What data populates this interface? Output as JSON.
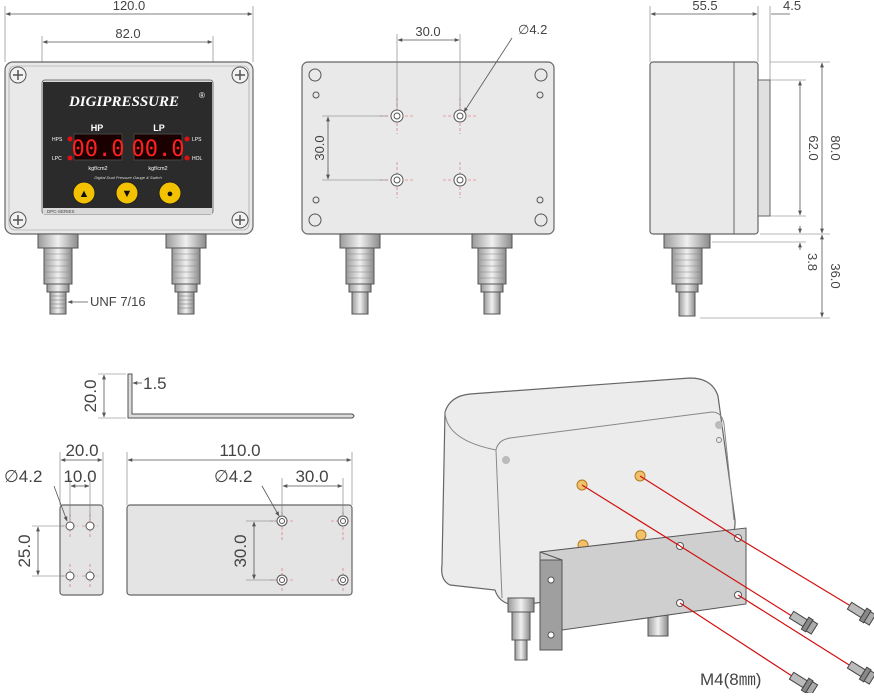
{
  "front_view": {
    "dim_overall_width": "120.0",
    "dim_display_width": "82.0",
    "brand": "DIGIPRESSURE",
    "brand_mark": "®",
    "hp_label": "HP",
    "lp_label": "LP",
    "hp_value": "00.0",
    "lp_value": "00.0",
    "led_hps": "HPS",
    "led_lpc": "LPC",
    "led_lps": "LPS",
    "led_hol": "HOL",
    "unit_left": "kgf/cm2",
    "unit_right": "kgf/cm2",
    "tagline": "Digital Dual Pressure Gauge & Switch",
    "series": "DPC-SERIES",
    "btn_up": "▲",
    "btn_down": "▼",
    "btn_set": "●",
    "thread_label": "UNF 7/16"
  },
  "rear_view": {
    "dim_hole_spacing_h": "30.0",
    "dim_hole_dia": "∅4.2",
    "dim_hole_spacing_v": "30.0"
  },
  "side_view": {
    "dim_depth": "55.5",
    "dim_lid": "4.5",
    "dim_inner_height": "62.0",
    "dim_height": "80.0",
    "dim_gap": "3.8",
    "dim_fitting": "36.0"
  },
  "bracket_profile": {
    "dim_height": "20.0",
    "dim_thickness": "1.5"
  },
  "bracket_small": {
    "dim_width": "20.0",
    "dim_hole_dia": "∅4.2",
    "dim_hole_spacing_h": "10.0",
    "dim_hole_spacing_v": "25.0"
  },
  "bracket_large": {
    "dim_length": "110.0",
    "dim_hole_dia": "∅4.2",
    "dim_hole_spacing_h": "30.0",
    "dim_hole_spacing_v": "30.0"
  },
  "assembly": {
    "screw_label": "M4(8㎜)"
  },
  "colors": {
    "panel_dark": "#2b2b2b",
    "segment_red": "#ff2020",
    "button_yellow": "#f2c200",
    "assembly_line": "#d11010"
  }
}
